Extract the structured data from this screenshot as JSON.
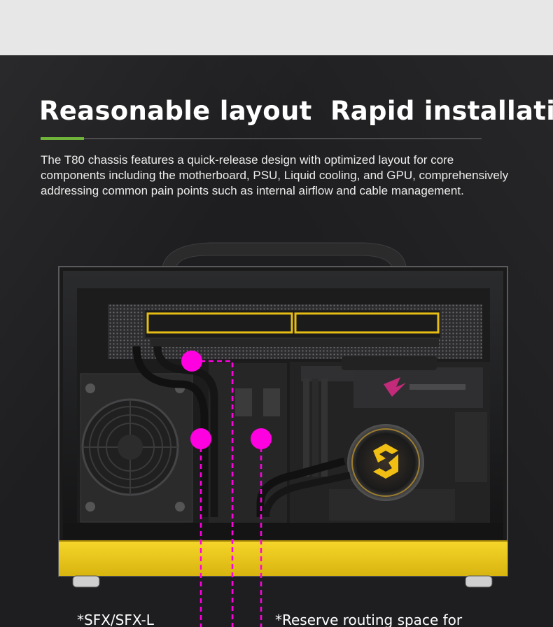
{
  "header": {
    "title": "Reasonable layout  Rapid installation",
    "accent_color": "#6fb33a"
  },
  "description": "The T80 chassis features a quick-release design with optimized layout for core components including the motherboard, PSU, Liquid cooling, and GPU, comprehensively addressing common pain points such as internal airflow and cable management.",
  "product_image": {
    "frame_color": "#f2cf1c",
    "marker_color": "#ff00e1",
    "cooler_logo_icon": "cooler-logo-icon"
  },
  "captions": {
    "psu": "*SFX/SFX-L",
    "routing": "*Reserve routing space for"
  }
}
